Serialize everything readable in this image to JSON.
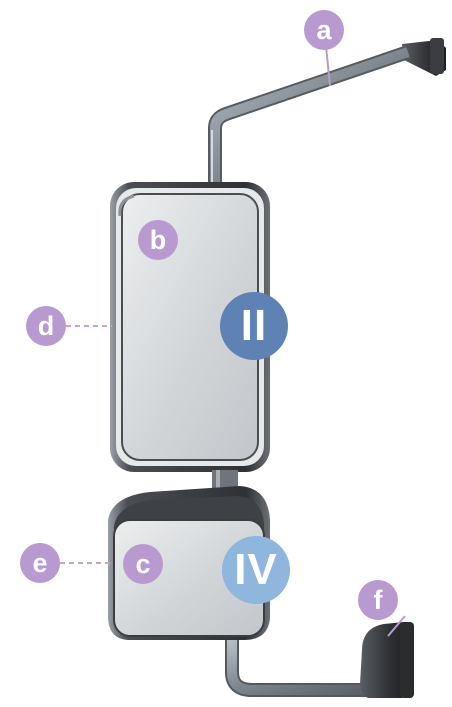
{
  "callouts": {
    "a": "a",
    "b": "b",
    "c": "c",
    "d": "d",
    "e": "e",
    "f": "f"
  },
  "mirror_classes": {
    "upper": "II",
    "lower": "IV"
  },
  "colors": {
    "callout_purple": "#b99ad0",
    "class_ii_blue": "#5d82b3",
    "class_iv_lightblue": "#8fb6dc",
    "housing_dark": "#3b3d40",
    "arm_metal": "#8e959d",
    "glass": "#d9dbdd"
  }
}
